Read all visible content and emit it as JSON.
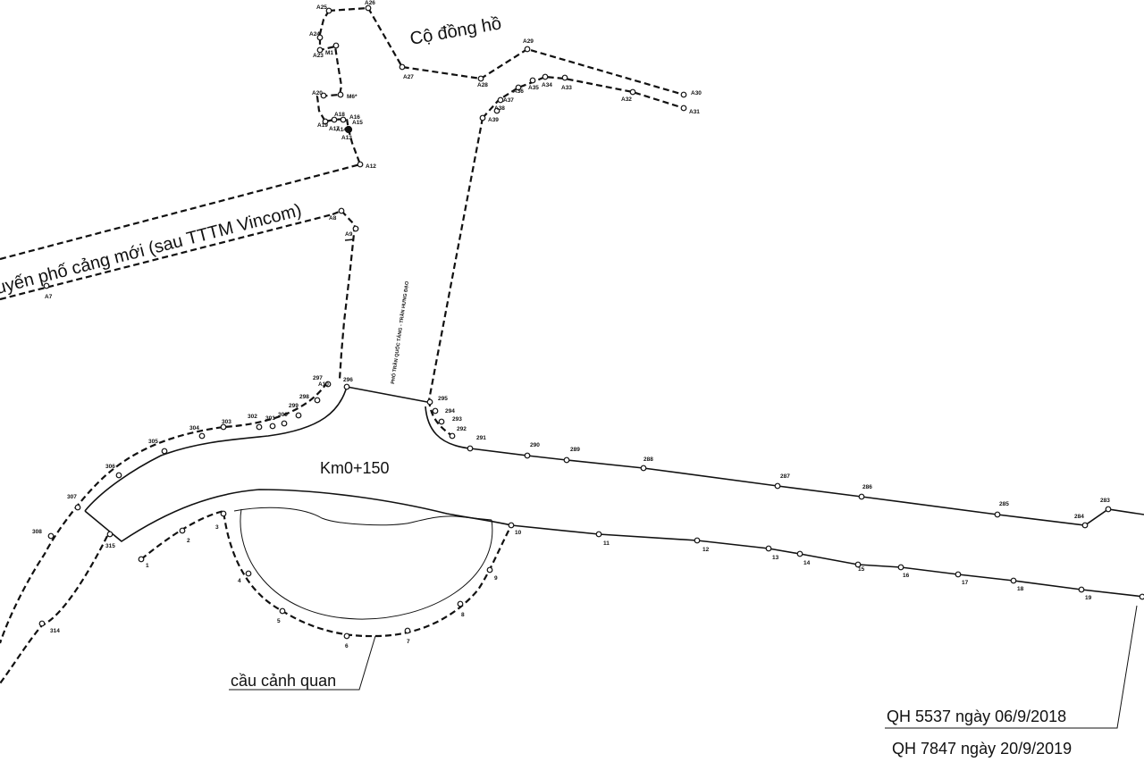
{
  "labels": {
    "co_dong_ho": "Cộ đồng hồ",
    "tuyen_pho": "Tuyến phố cảng mới (sau TTTM Vincom)",
    "street_name": "PHỐ TRẦN QUỐC TẢNG - TRẦN HƯNG ĐẠO",
    "chainage": "Km0+150",
    "bridge": "cầu cảnh quan",
    "qh1": "QH 5537 ngày  06/9/2018",
    "qh2": "QH 7847 ngày 20/9/2019"
  },
  "points": {
    "A25": "A25",
    "A26": "A26",
    "A24": "A24",
    "A23": "A23",
    "M1": "M1",
    "A20": "A20",
    "M6": "M6*",
    "A19": "A19",
    "A18": "A18",
    "A16": "A16",
    "A17": "A17",
    "A14": "A14",
    "A15": "A15",
    "A13": "A13",
    "A12": "A12",
    "A27": "A27",
    "A28": "A28",
    "A29": "A29",
    "A36": "A36",
    "A35": "A35",
    "A34": "A34",
    "A33": "A33",
    "A37": "A37",
    "A38": "A38",
    "A39": "A39",
    "A32": "A32",
    "A30": "A30",
    "A31": "A31",
    "A8": "A8",
    "A9": "A9",
    "A7": "A7",
    "A10": "A10",
    "p297": "297",
    "p296": "296",
    "p295": "295",
    "p294": "294",
    "p293": "293",
    "p292": "292",
    "p291": "291",
    "p290": "290",
    "p289": "289",
    "p288": "288",
    "p287": "287",
    "p286": "286",
    "p285": "285",
    "p284": "284",
    "p283": "283",
    "p298": "298",
    "p299": "299",
    "p300": "300",
    "p301": "301",
    "p302": "302",
    "p303": "303",
    "p304": "304",
    "p305": "305",
    "p306": "306",
    "p307": "307",
    "p308": "308",
    "p314": "314",
    "p315": "315",
    "p1": "1",
    "p2": "2",
    "p3": "3",
    "p4": "4",
    "p5": "5",
    "p6": "6",
    "p7": "7",
    "p8": "8",
    "p9": "9",
    "p10": "10",
    "p11": "11",
    "p12": "12",
    "p13": "13",
    "p14": "14",
    "p15": "15",
    "p16": "16",
    "p17": "17",
    "p18": "18",
    "p19": "19"
  }
}
